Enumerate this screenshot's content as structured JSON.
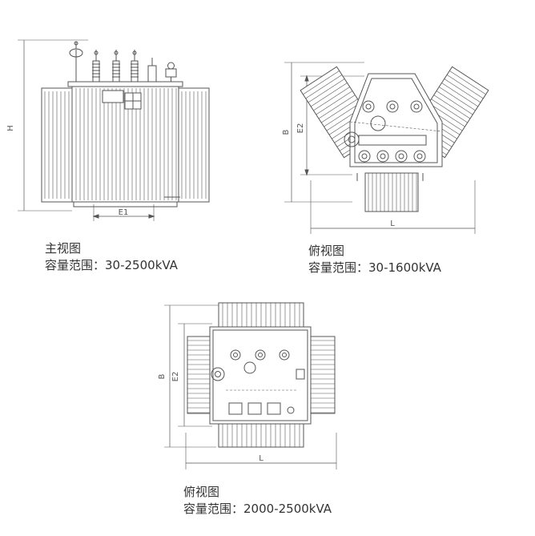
{
  "front_view": {
    "title": "主视图",
    "range_label": "容量范围：",
    "range_value": "30-2500kVA",
    "dim_height": "H",
    "dim_e1": "E1"
  },
  "top_view_small": {
    "title": "俯视图",
    "range_label": "容量范围：",
    "range_value": "30-1600kVA",
    "dim_b": "B",
    "dim_e2": "E2",
    "dim_l": "L"
  },
  "top_view_large": {
    "title": "俯视图",
    "range_label": "容量范围：",
    "range_value": "2000-2500kVA",
    "dim_b": "B",
    "dim_e2": "E2",
    "dim_l": "L"
  },
  "colors": {
    "line": "#555555",
    "fill": "#ffffff",
    "text": "#333333"
  }
}
